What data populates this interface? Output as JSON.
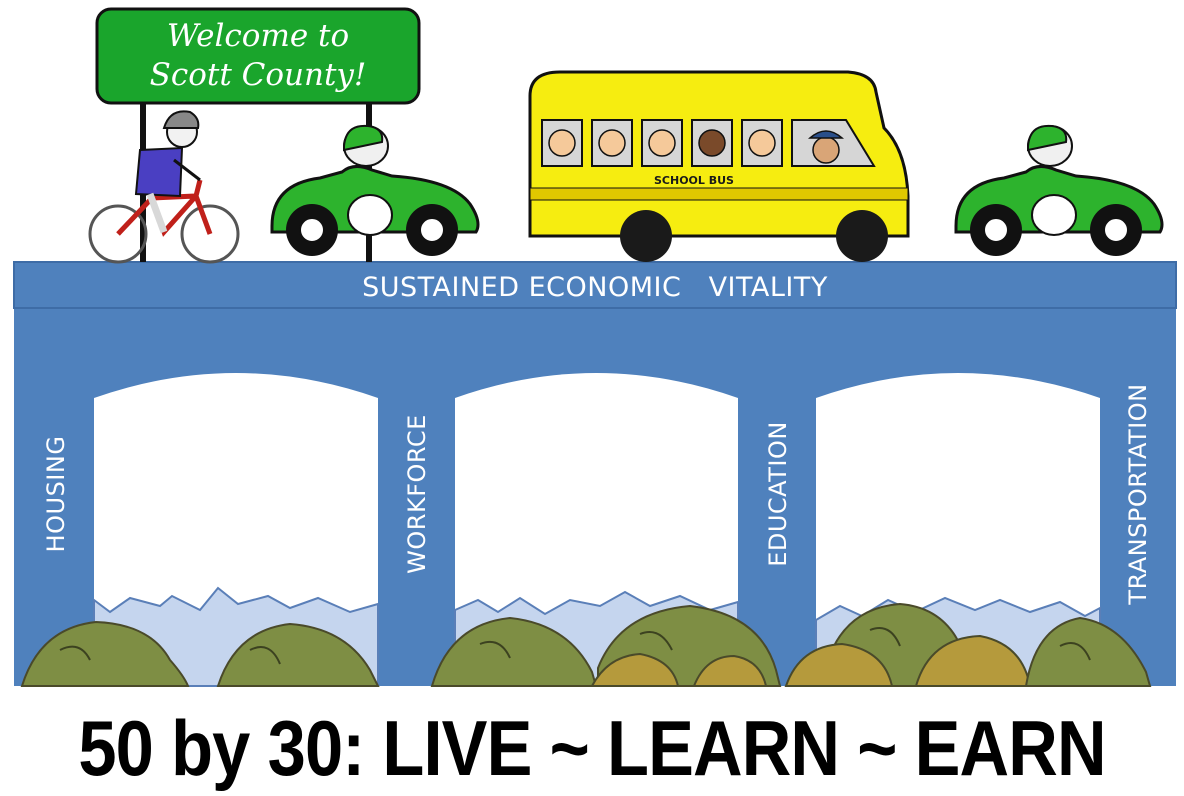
{
  "sign": {
    "line1": "Welcome to",
    "line2": "Scott County!"
  },
  "bus": {
    "label": "SCHOOL BUS"
  },
  "bridge": {
    "deck_label": "SUSTAINED ECONOMIC   VITALITY",
    "pillars": [
      "HOUSING",
      "WORKFORCE",
      "EDUCATION",
      "TRANSPORTATION"
    ]
  },
  "slogan": "50 by 30: LIVE ~ LEARN ~ EARN",
  "colors": {
    "bridge": "#4f81bd",
    "sign_green": "#1aa52c",
    "bus_yellow": "#f6ed10",
    "car_green": "#2db32d",
    "rock_green": "#7e8e44",
    "rock_tan": "#b59a3c",
    "mountain": "#c5d5ee"
  }
}
